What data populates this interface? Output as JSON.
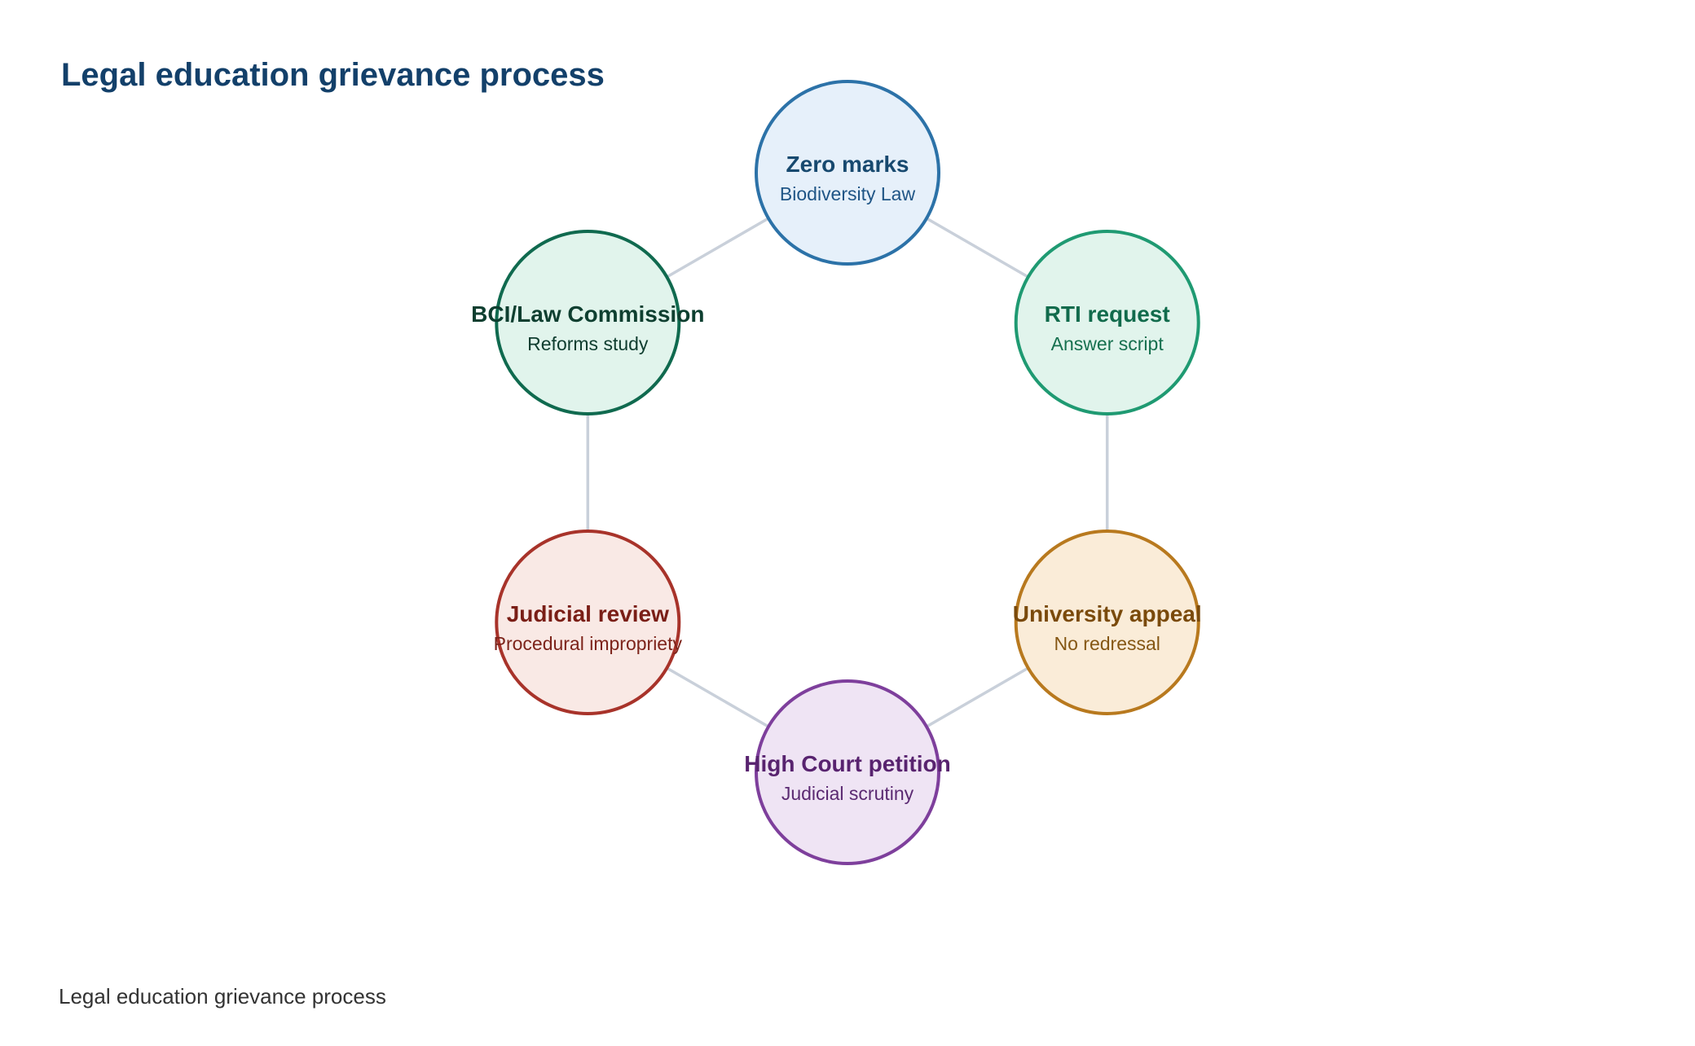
{
  "title": "Legal education grievance process",
  "caption": "Legal education grievance process",
  "nodes": [
    {
      "id": "zero-marks",
      "title": "Zero marks",
      "subtitle": "Biodiversity Law",
      "fill": "#e6f0fa",
      "stroke": "#2c72a8",
      "text_color": "#17496f",
      "sub_color": "#1f5586"
    },
    {
      "id": "rti-request",
      "title": "RTI request",
      "subtitle": "Answer script",
      "fill": "#e1f4ec",
      "stroke": "#1f9a72",
      "text_color": "#116b4c",
      "sub_color": "#16704f"
    },
    {
      "id": "university-appeal",
      "title": "University appeal",
      "subtitle": "No redressal",
      "fill": "#faecd8",
      "stroke": "#b8791e",
      "text_color": "#7a4a0b",
      "sub_color": "#855714"
    },
    {
      "id": "high-court-petition",
      "title": "High Court petition",
      "subtitle": "Judicial scrutiny",
      "fill": "#efe4f4",
      "stroke": "#7e3f9c",
      "text_color": "#58236f",
      "sub_color": "#5b2a72"
    },
    {
      "id": "judicial-review",
      "title": "Judicial review",
      "subtitle": "Procedural impropriety",
      "fill": "#f9e9e5",
      "stroke": "#a8332a",
      "text_color": "#7a1e16",
      "sub_color": "#7d241b"
    },
    {
      "id": "bci-law-commission",
      "title": "BCI/Law Commission",
      "subtitle": "Reforms study",
      "fill": "#e1f4ec",
      "stroke": "#106a4f",
      "text_color": "#0e3f30",
      "sub_color": "#0f3d2f"
    }
  ],
  "edges": [
    [
      "zero-marks",
      "rti-request"
    ],
    [
      "rti-request",
      "university-appeal"
    ],
    [
      "university-appeal",
      "high-court-petition"
    ],
    [
      "high-court-petition",
      "judicial-review"
    ],
    [
      "judicial-review",
      "bci-law-commission"
    ],
    [
      "bci-law-commission",
      "zero-marks"
    ]
  ],
  "colors": {
    "title": "#13406a",
    "caption": "#333333",
    "edge": "#c9d0da",
    "background": "#ffffff"
  }
}
